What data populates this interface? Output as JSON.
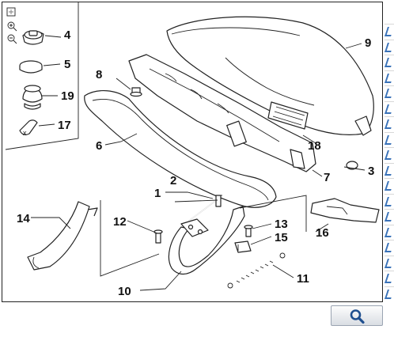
{
  "diagram": {
    "callouts": {
      "c1": "1",
      "c2": "2",
      "c3": "3",
      "c4": "4",
      "c5": "5",
      "c6": "6",
      "c7": "7",
      "c8": "8",
      "c9": "9",
      "c10": "10",
      "c11": "11",
      "c12": "12",
      "c13": "13",
      "c14": "14",
      "c15": "15",
      "c16": "16",
      "c17": "17",
      "c18": "18",
      "c19": "19"
    },
    "legend_box_marker": "x"
  },
  "toolbar": {
    "zoom_icon": "magnifier-icon",
    "zoom_in_icon": "zoom-in-icon",
    "zoom_out_icon": "zoom-out-icon",
    "fit_icon": "fit-page-icon"
  },
  "side_strip": {
    "rows": 18,
    "accent": "#3a72b8"
  }
}
